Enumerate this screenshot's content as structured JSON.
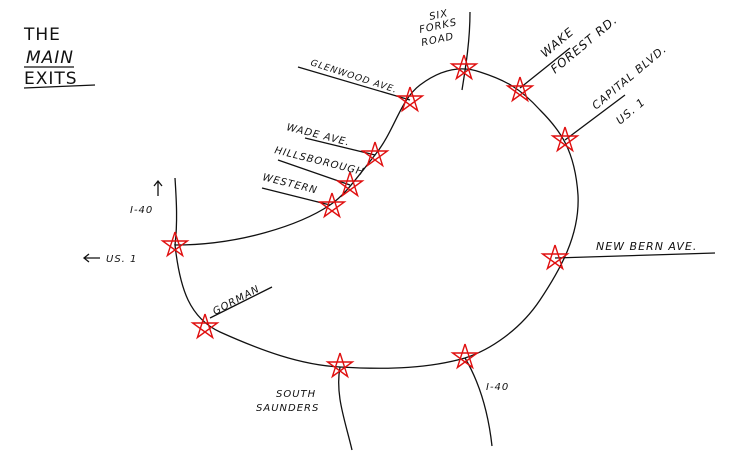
{
  "title": {
    "line1": "THE",
    "line2": "MAIN",
    "line3": "EXITS"
  },
  "exits": {
    "six_forks": [
      "SIX",
      "FORKS",
      "ROAD"
    ],
    "wake_forest": [
      "WAKE",
      "FOREST RD."
    ],
    "capital": [
      "CAPITAL BLVD.",
      "US. 1"
    ],
    "glenwood": "GLENWOOD AVE.",
    "wade": "WADE AVE.",
    "hillsborough": "HILLSBOROUGH",
    "western": "WESTERN",
    "i40_west": "I-40",
    "us1_west": "US. 1",
    "gorman": "GORMAN",
    "south_saunders": [
      "SOUTH",
      "SAUNDERS"
    ],
    "i40_south": "I-40",
    "new_bern": "NEW BERN AVE."
  },
  "colors": {
    "star": "#e01010",
    "ink": "#111111"
  }
}
